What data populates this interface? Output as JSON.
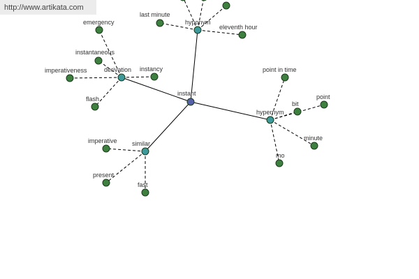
{
  "watermark": {
    "url_text": "http://www.artikata.com"
  },
  "colors": {
    "center_node": "#5560a8",
    "group_node": "#3e9a9a",
    "leaf_node": "#3e8040",
    "edge": "#000000",
    "node_stroke": "#1a3a1a"
  },
  "graph": {
    "center": {
      "id": "instant",
      "label": "instant"
    },
    "groups": [
      {
        "id": "hyponym",
        "label": "hyponym",
        "leaves": [
          {
            "id": "last-minute",
            "label": "last minute"
          },
          {
            "id": "eleventh-hour",
            "label": "eleventh hour"
          },
          {
            "id": "hyponym-extra-1",
            "label": ""
          },
          {
            "id": "hyponym-extra-2",
            "label": ""
          },
          {
            "id": "hyponym-extra-3",
            "label": ""
          }
        ]
      },
      {
        "id": "derivation",
        "label": "derivation",
        "leaves": [
          {
            "id": "emergency",
            "label": "emergency"
          },
          {
            "id": "instantaneous",
            "label": "instantaneous"
          },
          {
            "id": "imperativeness",
            "label": "imperativeness"
          },
          {
            "id": "instancy",
            "label": "instancy"
          },
          {
            "id": "flash",
            "label": "flash"
          }
        ]
      },
      {
        "id": "hypernym",
        "label": "hypernym",
        "leaves": [
          {
            "id": "point-in-time",
            "label": "point in time"
          },
          {
            "id": "bit",
            "label": "bit"
          },
          {
            "id": "point",
            "label": "point"
          },
          {
            "id": "minute",
            "label": "minute"
          },
          {
            "id": "mo",
            "label": "mo"
          }
        ]
      },
      {
        "id": "similar",
        "label": "similar",
        "leaves": [
          {
            "id": "imperative",
            "label": "imperative"
          },
          {
            "id": "present",
            "label": "present"
          },
          {
            "id": "fast",
            "label": "fast"
          }
        ]
      }
    ]
  }
}
